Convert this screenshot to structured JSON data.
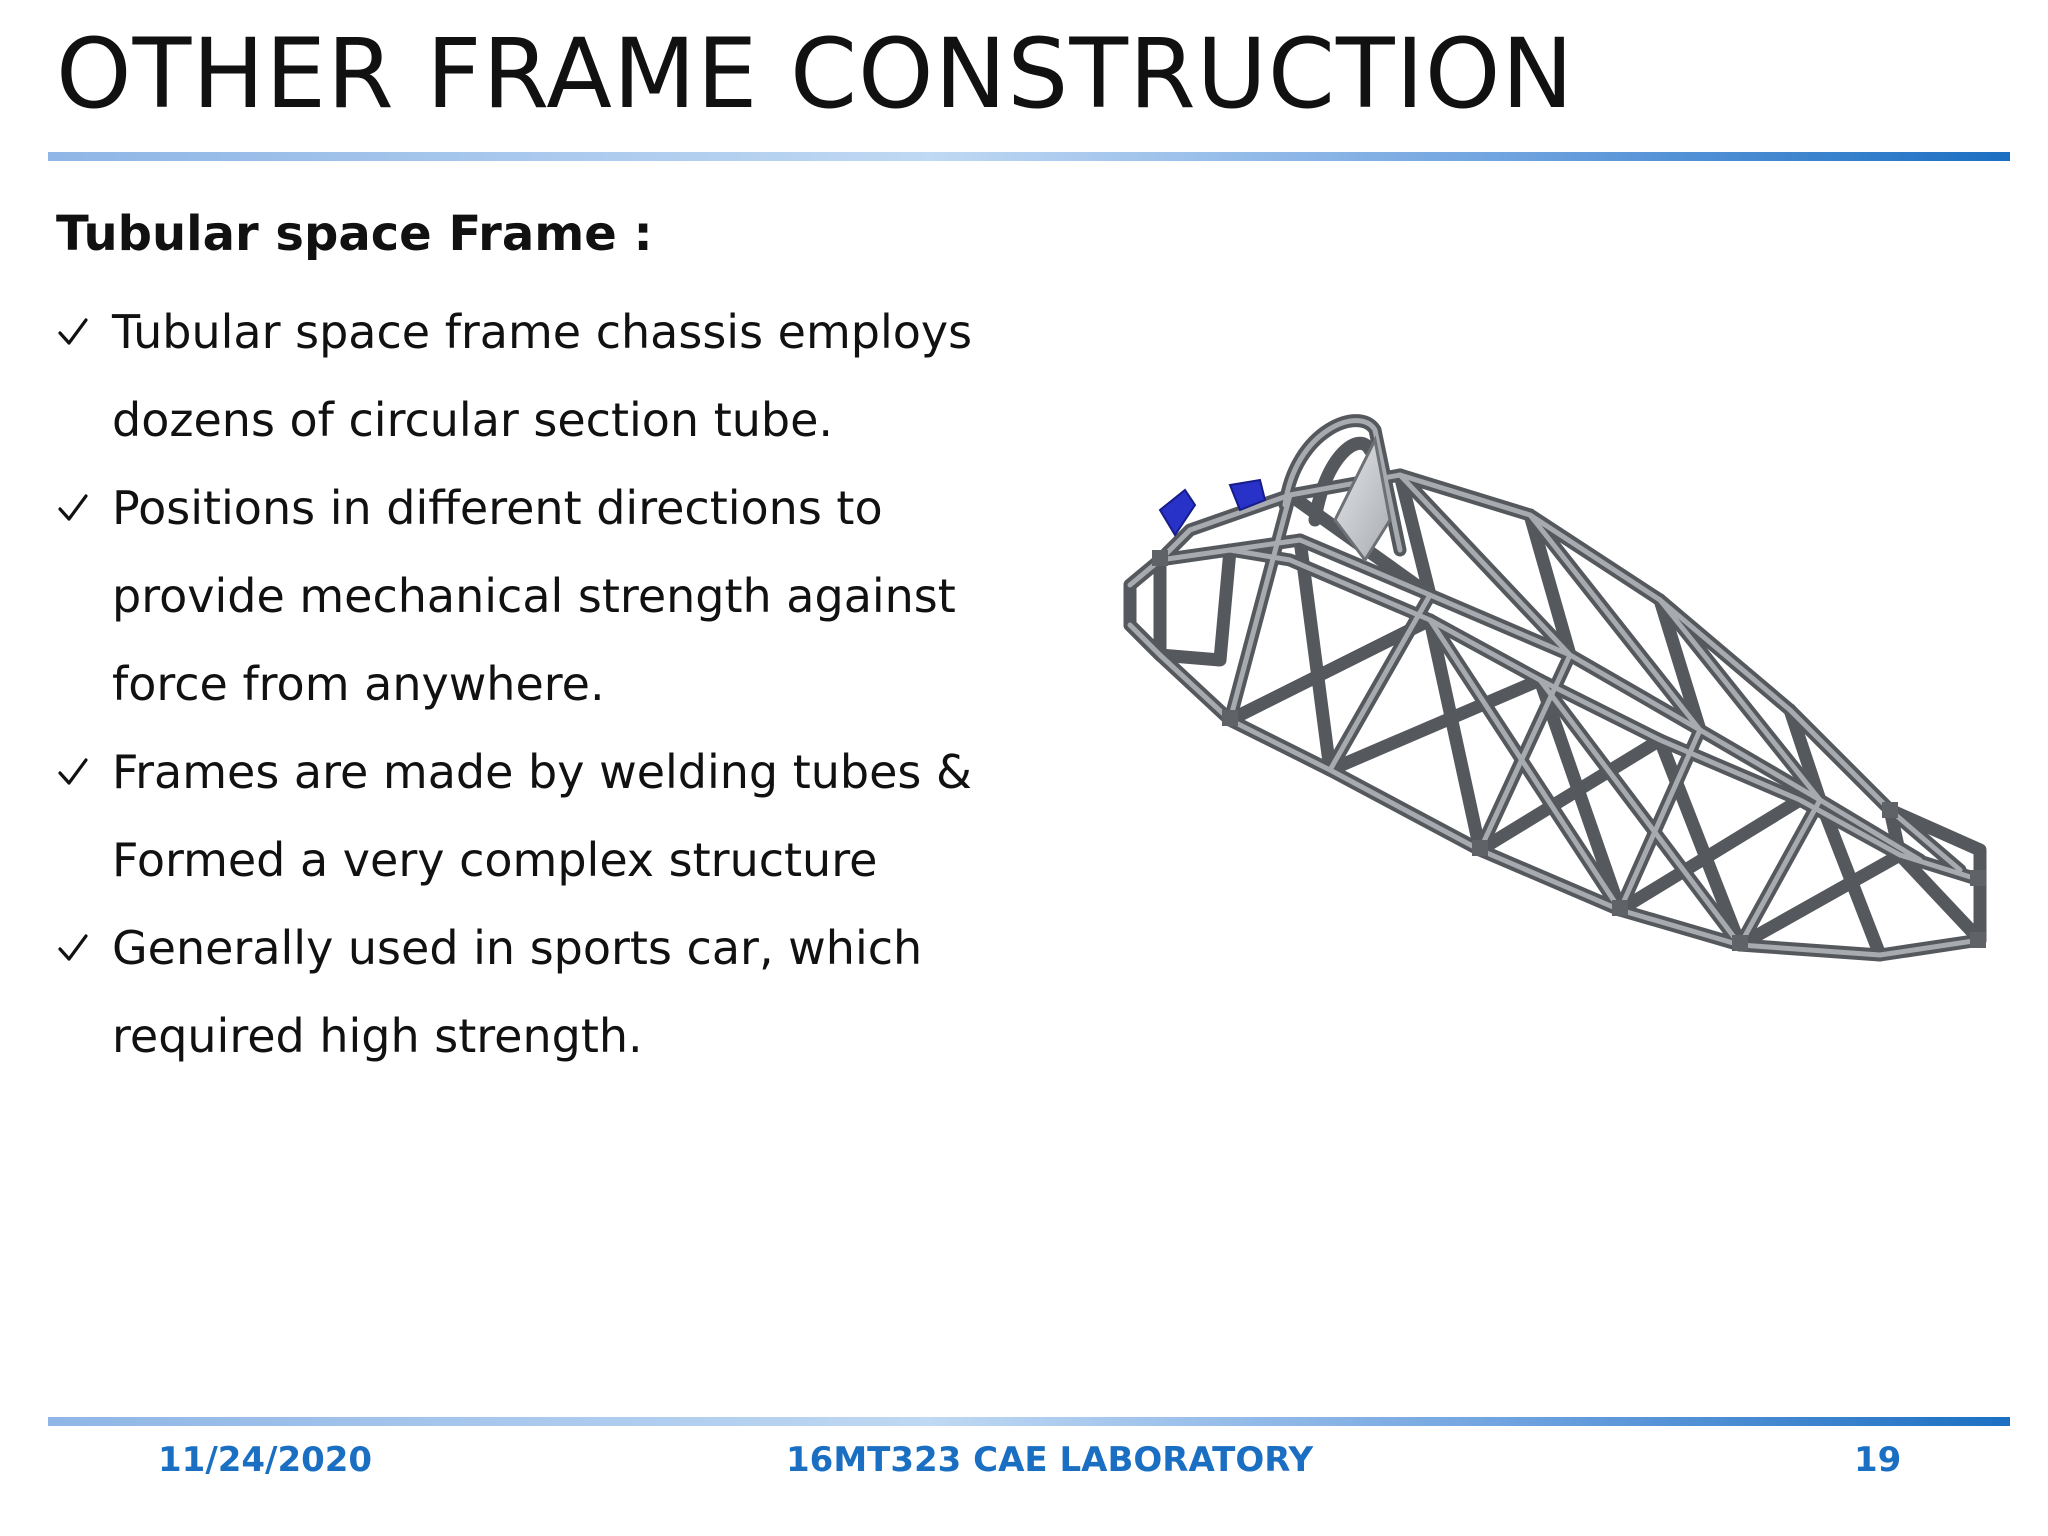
{
  "slide": {
    "title": "OTHER FRAME CONSTRUCTION",
    "subheading": "Tubular space Frame :",
    "bullets": [
      {
        "lines": [
          "Tubular space frame chassis employs",
          "dozens of circular section tube."
        ]
      },
      {
        "lines": [
          "Positions in different directions to",
          "provide mechanical strength against",
          "force from anywhere."
        ]
      },
      {
        "lines": [
          "Frames are made by welding tubes &",
          "Formed a very complex structure"
        ]
      },
      {
        "lines": [
          "Generally used in sports car, which",
          "required high strength."
        ]
      }
    ],
    "bullet_icon": "checkmark-icon",
    "image_icon": "tubular-space-frame-chassis-illustration"
  },
  "footer": {
    "date": "11/24/2020",
    "course": "16MT323 CAE LABORATORY",
    "page": "19"
  },
  "colors": {
    "accent": "#1b6fc2",
    "rule_light": "#bfd8f3",
    "frame_metal": "#7d7f83",
    "frame_highlight": "#c2c4c8",
    "bracket_blue": "#2832c8"
  }
}
